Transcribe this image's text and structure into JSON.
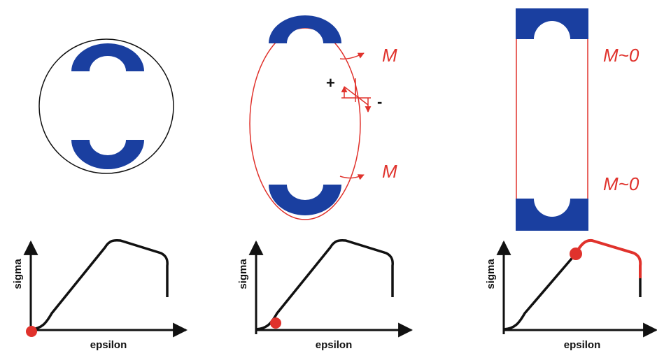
{
  "colors": {
    "ring": "#1a3fa0",
    "moment": "#e0322c",
    "curve": "#111111",
    "marker": "#e0322c"
  },
  "panels": [
    {
      "moment_top": "",
      "moment_bottom": "",
      "xlabel": "epsilon",
      "ylabel": "sigma",
      "marker_label": ""
    },
    {
      "moment_top": "M",
      "moment_bottom": "M",
      "plus": "+",
      "minus": "-",
      "xlabel": "epsilon",
      "ylabel": "sigma"
    },
    {
      "moment_top": "M~0",
      "moment_bottom": "M~0",
      "xlabel": "epsilon",
      "ylabel": "sigma"
    }
  ]
}
